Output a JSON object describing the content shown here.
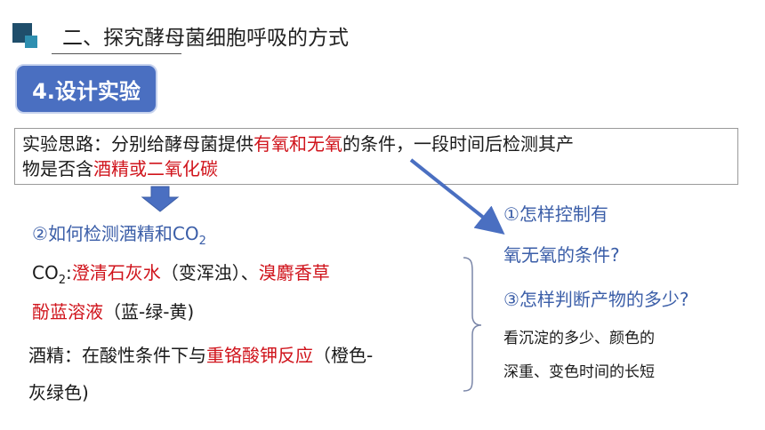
{
  "header": {
    "title": "二、探究酵母菌细胞呼吸的方式"
  },
  "badge": {
    "label": "4.设计实验"
  },
  "idea": {
    "line1": {
      "p1": "实验思路：分别给酵母菌提供",
      "red1": "有氧和无氧",
      "p2": "的条件，一段时间后检测其产"
    },
    "line2": {
      "p1": "物是否含",
      "red1": "酒精或二氧化碳"
    }
  },
  "question2": {
    "circle": "②",
    "text": "如何检测酒精和CO",
    "sub": "2"
  },
  "co2": {
    "prefix_main": "CO",
    "prefix_sub": "2",
    "prefix_colon": ":",
    "red1": "澄清石灰水",
    "p1": "（变浑浊）、",
    "red2": "溴麝香草",
    "red3": "酚蓝溶液",
    "p2": "（蓝-绿-黄)"
  },
  "alcohol": {
    "p1": "酒精：在酸性条件下与",
    "red1": "重铬酸钾反应",
    "p2": "（橙色-",
    "p3": "灰绿色)"
  },
  "question1": {
    "line1": "①怎样控制有",
    "line2": "氧无氧的条件?"
  },
  "question3": {
    "text": "③怎样判断产物的多少?",
    "answer1": "看沉淀的多少、颜色的",
    "answer2": "深重、变色时间的长短"
  }
}
